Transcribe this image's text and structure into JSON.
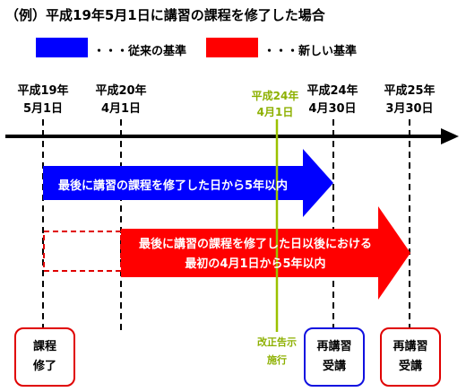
{
  "title": "（例）平成19年5月1日に講習の課程を修了した場合",
  "legend": {
    "old": {
      "label": "・・・従来の基準",
      "color": "#0000ff"
    },
    "new": {
      "label": "・・・新しい基準",
      "color": "#ff0000"
    }
  },
  "dates": [
    {
      "line1": "平成19年",
      "line2": "5月1日"
    },
    {
      "line1": "平成20年",
      "line2": "4月1日"
    },
    {
      "line1": "平成24年",
      "line2": "4月1日"
    },
    {
      "line1": "平成24年",
      "line2": "4月30日"
    },
    {
      "line1": "平成25年",
      "line2": "3月30日"
    }
  ],
  "arrows": {
    "blue": {
      "text": "最後に講習の課程を修了した日から5年以内"
    },
    "red": {
      "line1": "最後に講習の課程を修了した日以後における",
      "line2": "最初の4月1日から5年以内"
    }
  },
  "boxes": {
    "completed": {
      "line1": "課程",
      "line2": "修了"
    },
    "renew_blue": {
      "line1": "再講習",
      "line2": "受講"
    },
    "renew_red": {
      "line1": "再講習",
      "line2": "受講"
    }
  },
  "green_note": {
    "line1": "改正告示",
    "line2": "施行"
  },
  "colors": {
    "blue": "#0000ff",
    "red": "#ff0000",
    "green": "#9bc100",
    "timeline": "#000000"
  }
}
